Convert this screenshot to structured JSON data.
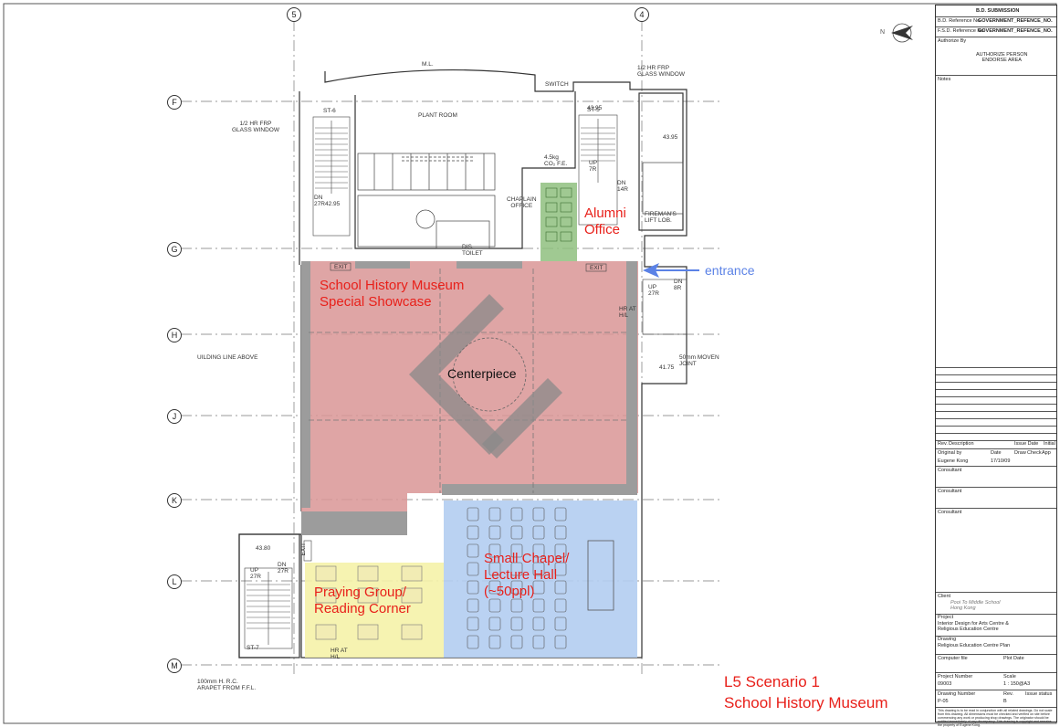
{
  "grid_lines": {
    "columns": [
      "5",
      "4"
    ],
    "rows": [
      "F",
      "G",
      "H",
      "J",
      "K",
      "L",
      "M"
    ]
  },
  "zones": {
    "museum": {
      "label": "School History Museum\nSpecial Showcase",
      "color": "#d99595"
    },
    "centerpiece": {
      "label": "Centerpiece"
    },
    "alumni": {
      "label": "Alumni\nOffice",
      "color": "#8fbf7f"
    },
    "praying": {
      "label": "Praying Group/\nReading Corner",
      "color": "#f5f2a8"
    },
    "chapel": {
      "label": "Small Chapel/\nLecture Hall\n(~50ppl)",
      "color": "#b3cdf1"
    }
  },
  "entrance": {
    "label": "entrance",
    "color": "#5b82e6"
  },
  "scenario": {
    "line1": "L5 Scenario 1",
    "line2": "School History Museum"
  },
  "annotations": {
    "ml": "M.L.",
    "frp_right": "1/2 HR FRP\nGLASS WINDOW",
    "frp_left": "1/2 HR FRP\nGLASS WINDOW",
    "switch": "SWITCH",
    "plant_room": "PLANT ROOM",
    "chaplain": "CHAPLAIN\nOFFICE",
    "dis_toilet": "DIS.\nTOILET",
    "fireman": "FIREMAN'S\nLIFT LOB.",
    "co2": "4.5kg\nCO₂ F.E.",
    "building_line": "UILDING LINE ABOVE",
    "movement_joint": "50mm MOVEN\nJOINT",
    "parapet": "100mm H. R.C.\nARAPET FROM F.F.L.",
    "hr_at_1": "HR AT\nH/L",
    "hr_at_2": "HR AT\nH/L",
    "exit1": "EXIT",
    "exit2": "EXIT",
    "exit3": "EXIT",
    "st5": "ST-5",
    "st6": "ST-6",
    "st7": "ST-7",
    "up7r": "UP\n7R",
    "dn14r": "DN\n14R",
    "dn27r_a": "DN\n27R",
    "up27r_a": "UP\n27R",
    "dn8r": "DN\n8R",
    "up27r_b": "UP\n27R",
    "dn27r_b": "DN\n27R",
    "lvl_4395a": "43.95",
    "lvl_4395b": "43.95",
    "lvl_4295": "42.95",
    "lvl_4175": "41.75",
    "lvl_4380": "43.80"
  },
  "title_block": {
    "submission": "B.D. SUBMISSION",
    "bd_ref_label": "B.D. Reference No.",
    "bd_ref_value": "GOVERNMENT_REFENCE_NO.",
    "fsd_ref_label": "F.S.D. Reference No.",
    "fsd_ref_value": "GOVERNMENT_REFENCE_NO.",
    "authorize_by": "Authorize By",
    "authorize_person": "AUTHORIZE PERSON\nENDORSE AREA",
    "notes": "Notes",
    "rev_headers": [
      "Rev.",
      "Description",
      "Issue Date",
      "Initial"
    ],
    "original_by": "Original by",
    "date_label": "Date",
    "draw_label": "Draw",
    "check_label": "Check",
    "app_label": "App",
    "original_by_value": "Eugene Kong",
    "date_value": "17/10/09",
    "consultant1": "Consultant",
    "consultant2": "Consultant",
    "consultant3": "Consultant",
    "client_label": "Client",
    "client_value": "Pooi To Middle School\nHong Kong",
    "project_label": "Project",
    "project_value": "Interior Design for Arts Centre &\nReligious Education Centre",
    "drawing_label": "Drawing",
    "drawing_value": "Religious Education Centre Plan",
    "computer_file": "Computer file",
    "plot_date": "Plot Date",
    "project_number_label": "Project Number",
    "project_number_value": "09003",
    "scale_label": "Scale",
    "scale_value": "1 : 150@A3",
    "drawing_number_label": "Drawing Number",
    "drawing_number_value": "P-05",
    "rev_label": "Rev.",
    "rev_value": "B",
    "issue_status": "Issue status",
    "disclaimer": "This drawing is to be read in conjunction with all related drawings. Do not scale from this drawing. All dimensions must be checked and verified on site before commencing any work or producing shop drawings. The originator should be notified immediately of any discrepancy. This drawing is copyright and remains the property of Eugene Kong."
  },
  "north_label": "N"
}
